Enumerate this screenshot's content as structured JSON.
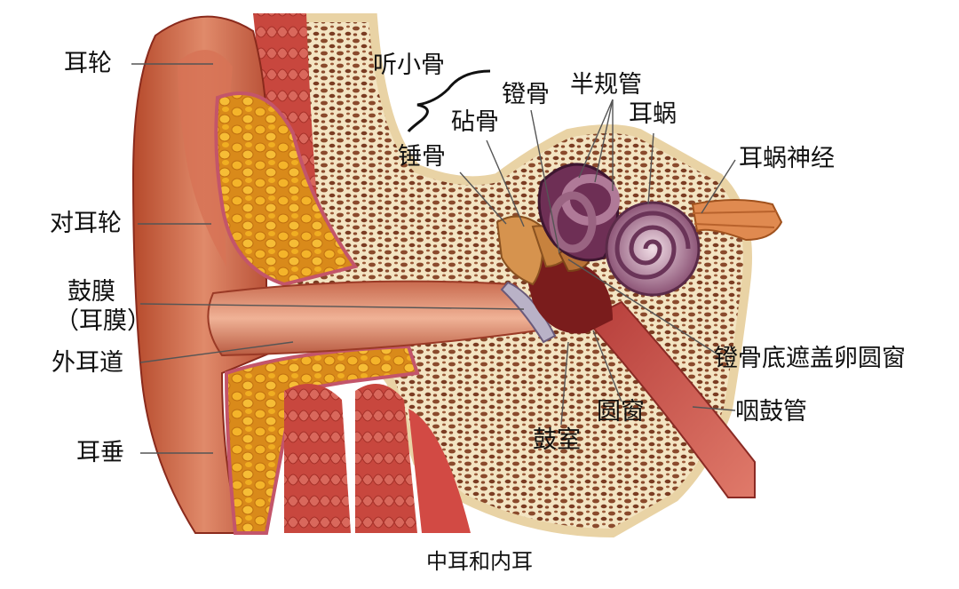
{
  "labels": {
    "helix": "耳轮",
    "antihelix": "对耳轮",
    "eardrum": "鼓膜",
    "eardrum_alt": "（耳膜）",
    "ear_canal": "外耳道",
    "earlobe": "耳垂",
    "ossicles": "听小骨",
    "malleus": "锤骨",
    "incus": "砧骨",
    "stapes": "镫骨",
    "semicircular": "半规管",
    "cochlea": "耳蜗",
    "cochlear_nerve": "耳蜗神经",
    "oval_window": "镫骨底遮盖卵圆窗",
    "round_window": "圆窗",
    "tympanic": "鼓室",
    "eustachian": "咽鼓管"
  },
  "caption": "中耳和内耳"
}
